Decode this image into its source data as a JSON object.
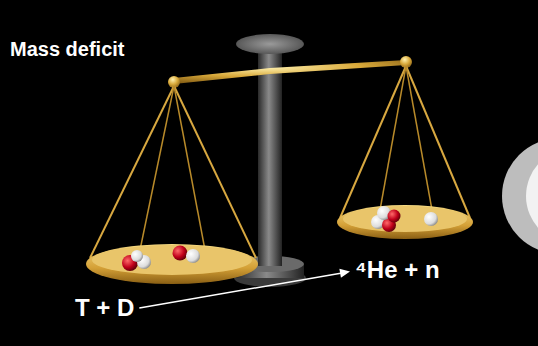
{
  "diagram": {
    "title": "Mass deficit",
    "nodes": [
      {
        "text": [
          "T + D"
        ]
      },
      {
        "text": [
          "⁴He + n"
        ]
      }
    ],
    "edges": [
      {
        "from": 0,
        "to": 1,
        "arrow": "to"
      }
    ]
  }
}
